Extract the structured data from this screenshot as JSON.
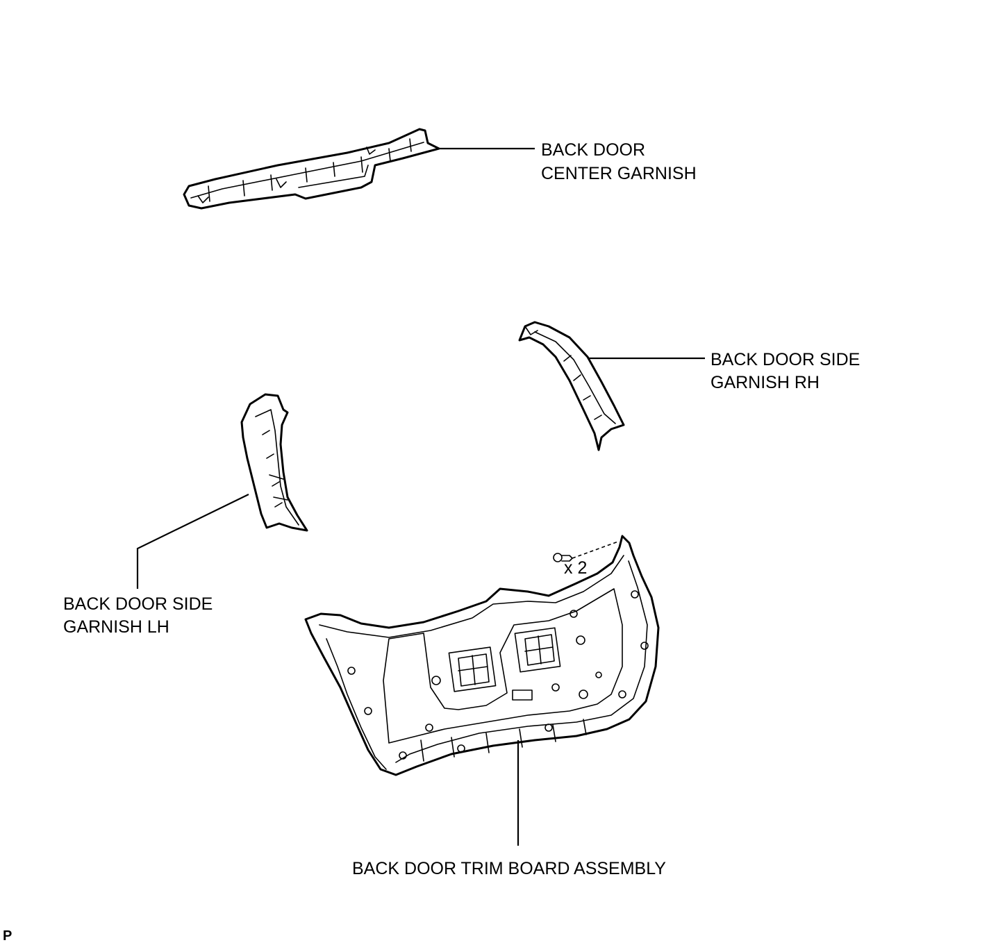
{
  "labels": {
    "center_garnish": [
      "BACK DOOR",
      "CENTER GARNISH"
    ],
    "side_garnish_rh": [
      "BACK DOOR SIDE",
      "GARNISH RH"
    ],
    "side_garnish_lh": [
      "BACK DOOR SIDE",
      "GARNISH LH"
    ],
    "trim_board": "BACK DOOR TRIM BOARD ASSEMBLY",
    "clip_qty": "x 2",
    "corner_code": "P"
  }
}
